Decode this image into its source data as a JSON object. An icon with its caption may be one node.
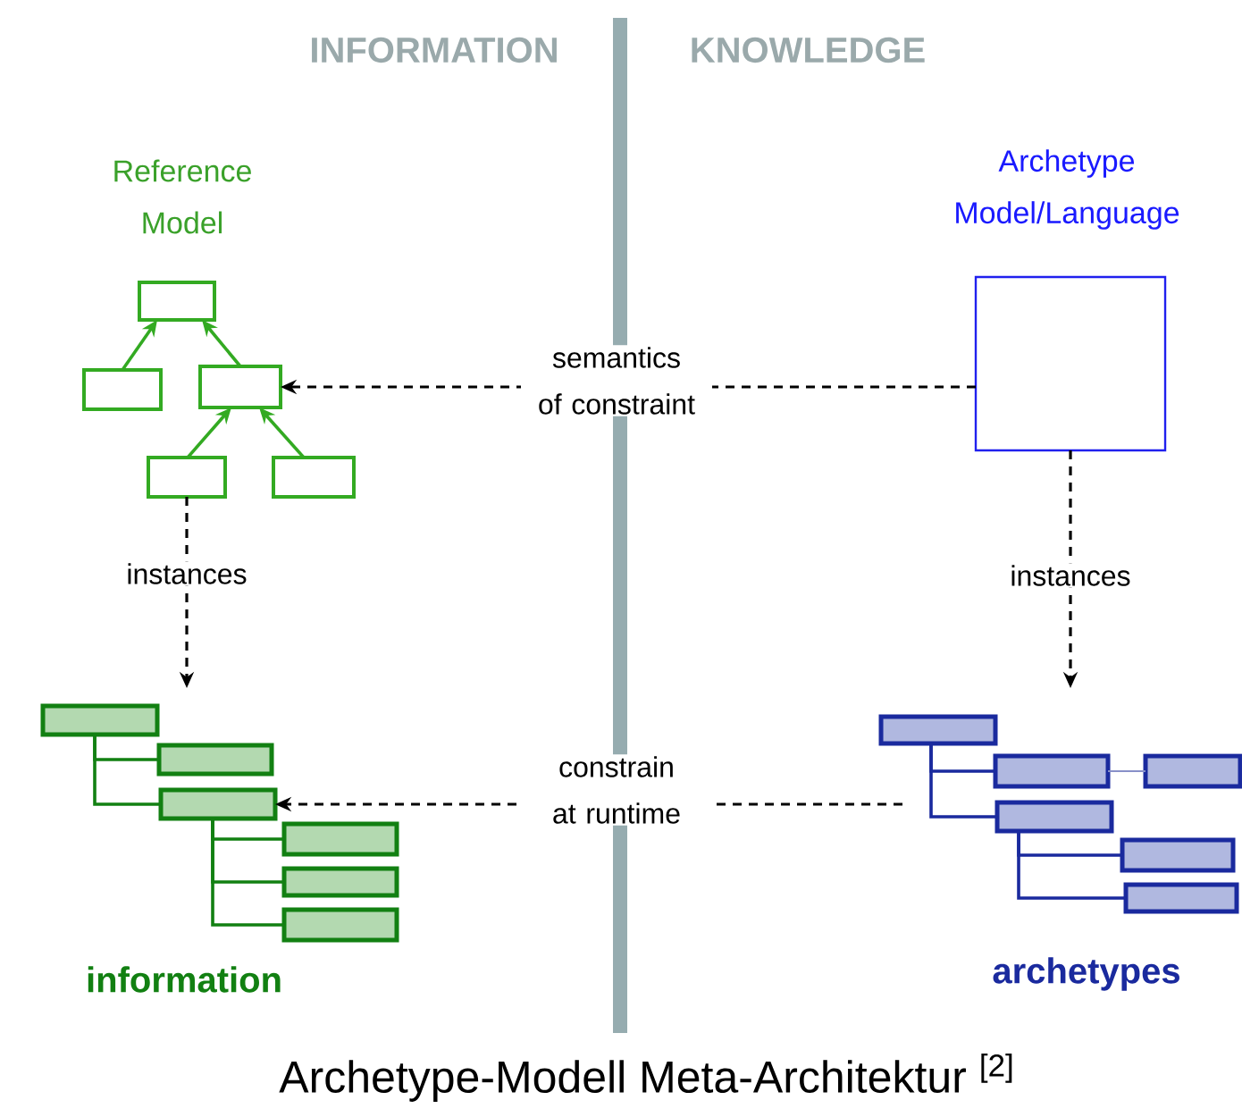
{
  "diagram": {
    "caption": "Archetype-Modell Meta-Architektur $^{[2]}$",
    "nodes": [
      {
        "text": [],
        "shape": "box"
      },
      {
        "text": [],
        "shape": "box"
      },
      {
        "text": [],
        "shape": "box"
      },
      {
        "text": [],
        "shape": "box"
      },
      {
        "text": [],
        "shape": "box"
      },
      {
        "text": [],
        "shape": "bar"
      },
      {
        "text": [],
        "shape": "bar"
      },
      {
        "text": [],
        "shape": "bar"
      },
      {
        "text": [],
        "shape": "bar"
      },
      {
        "text": [],
        "shape": "bar"
      },
      {
        "text": [],
        "shape": "bar"
      },
      {
        "text": [],
        "shape": "box"
      },
      {
        "text": [],
        "shape": "bar"
      },
      {
        "text": [],
        "shape": "bar"
      },
      {
        "text": [],
        "shape": "bar"
      },
      {
        "text": [],
        "shape": "bar"
      },
      {
        "text": [],
        "shape": "bar"
      },
      {
        "text": [],
        "shape": "bar"
      }
    ],
    "edges": [
      {
        "from": 1,
        "to": 0,
        "arrow": "to",
        "color": "#33aa22"
      },
      {
        "from": 2,
        "to": 0,
        "arrow": "to",
        "color": "#33aa22"
      },
      {
        "from": 3,
        "to": 2,
        "arrow": "to",
        "color": "#33aa22"
      },
      {
        "from": 4,
        "to": 2,
        "arrow": "to",
        "color": "#33aa22"
      },
      {
        "from": 11,
        "to": 2,
        "arrow": "to",
        "style": "dashed",
        "color": "#000000",
        "label": "semantics of constraint"
      },
      {
        "from": 3,
        "to": null,
        "arrow": "to",
        "style": "dashed",
        "color": "#000000",
        "label": "instances"
      },
      {
        "from": 11,
        "to": null,
        "arrow": "to",
        "style": "dashed",
        "color": "#000000",
        "label": "instances"
      },
      {
        "from": 5,
        "to": 6,
        "arrow": "none",
        "color": "#128012"
      },
      {
        "from": 5,
        "to": 7,
        "arrow": "none",
        "color": "#128012"
      },
      {
        "from": 7,
        "to": 8,
        "arrow": "none",
        "color": "#128012"
      },
      {
        "from": 7,
        "to": 9,
        "arrow": "none",
        "color": "#128012"
      },
      {
        "from": 7,
        "to": 10,
        "arrow": "none",
        "color": "#128012"
      },
      {
        "from": null,
        "to": 7,
        "arrow": "to",
        "style": "dashed",
        "color": "#000000",
        "label": "constrain at runtime"
      },
      {
        "from": 12,
        "to": 13,
        "arrow": "none",
        "color": "#1a2a9e"
      },
      {
        "from": 13,
        "to": 14,
        "arrow": "none",
        "color": "#8890c8"
      },
      {
        "from": 12,
        "to": 15,
        "arrow": "none",
        "color": "#1a2a9e"
      },
      {
        "from": 15,
        "to": 16,
        "arrow": "none",
        "color": "#1a2a9e"
      },
      {
        "from": 15,
        "to": 17,
        "arrow": "none",
        "color": "#1a2a9e"
      }
    ],
    "labels": [
      "INFORMATION",
      "KNOWLEDGE",
      "Reference Model",
      "Archetype Model/Language",
      "information",
      "archetypes"
    ]
  }
}
